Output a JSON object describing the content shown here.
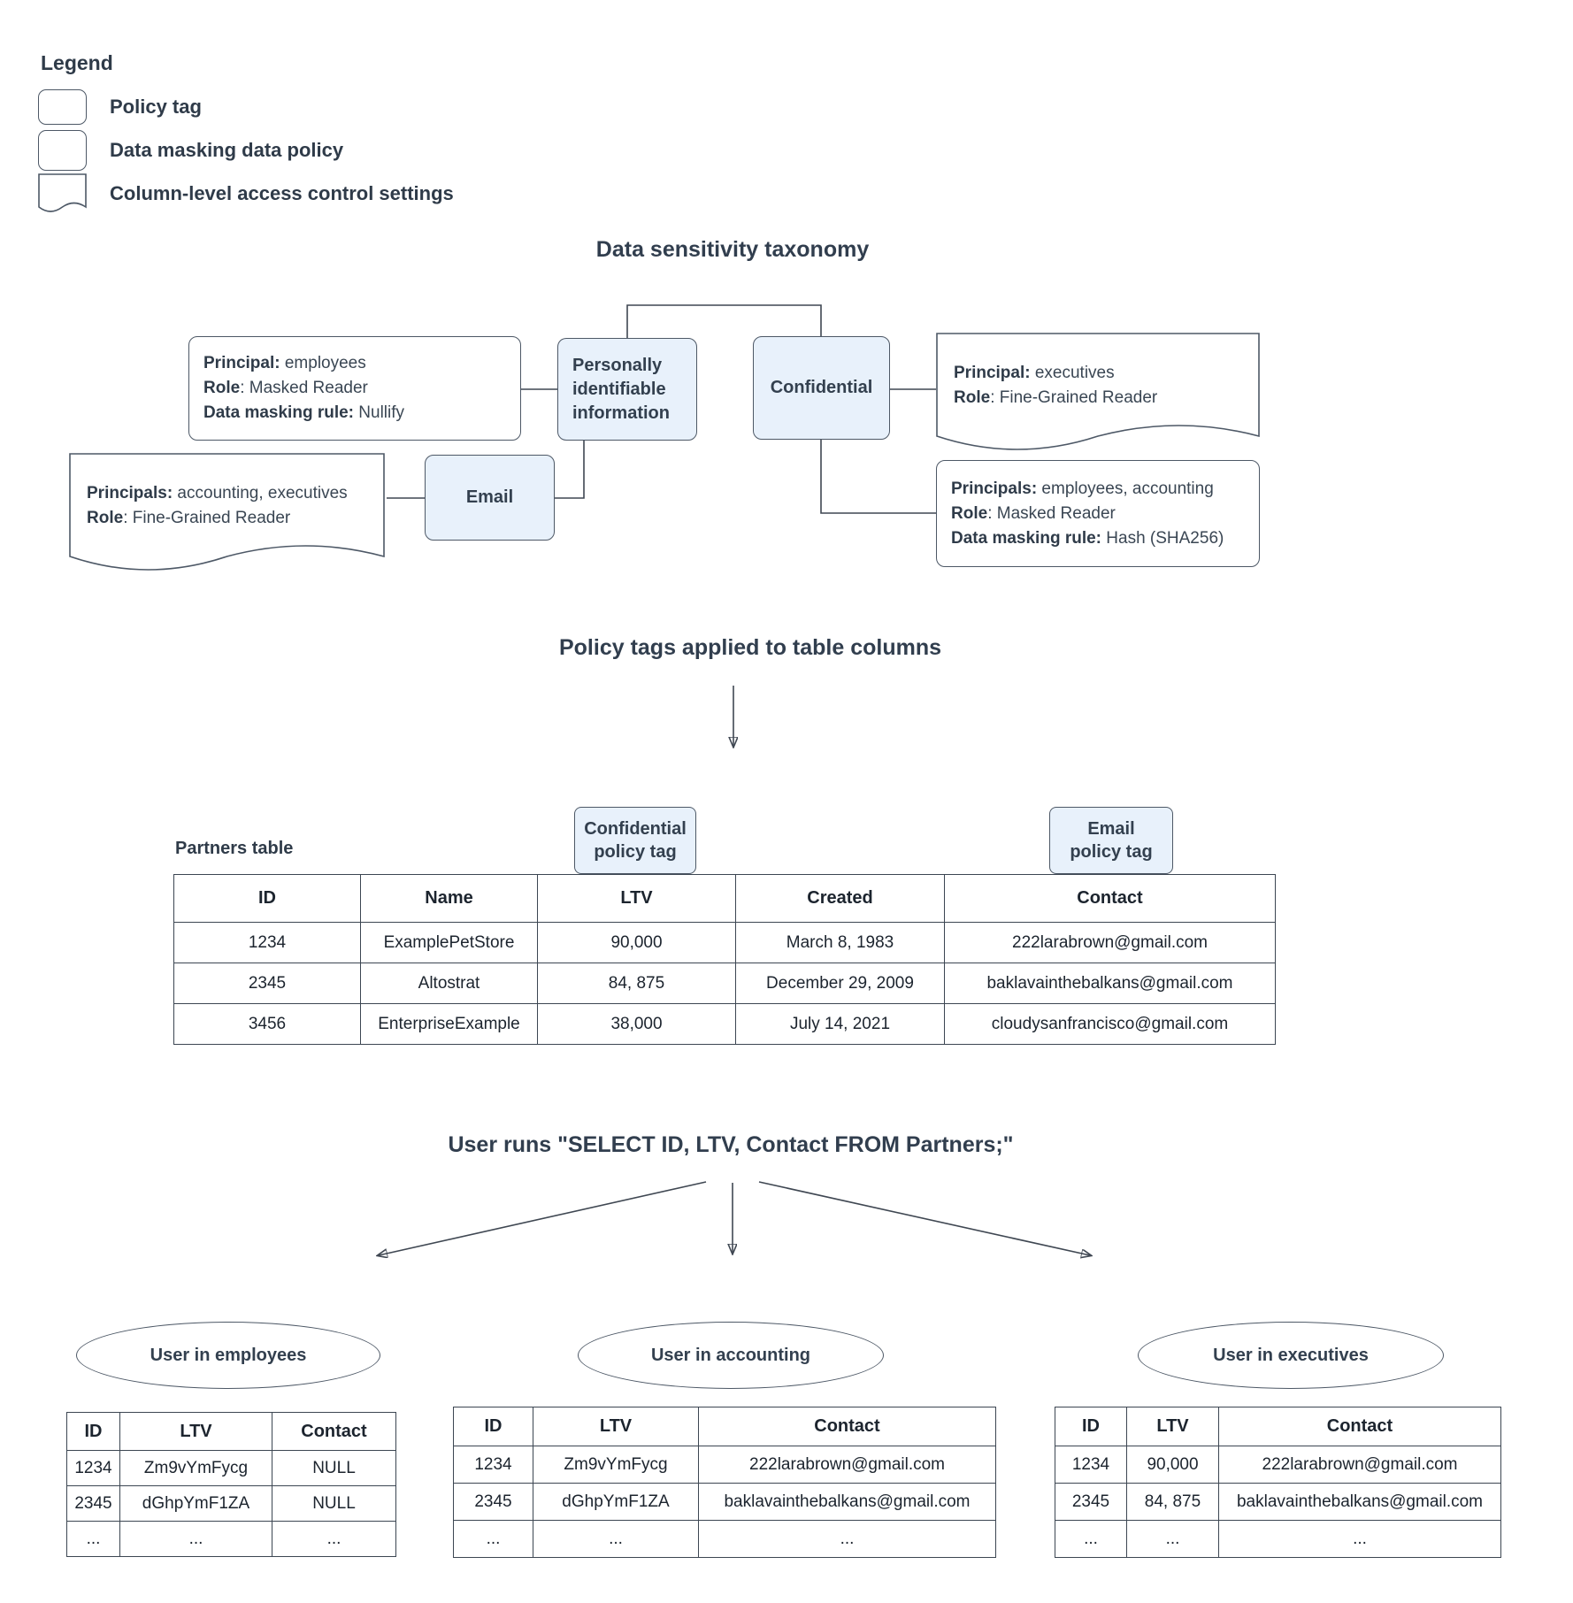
{
  "colors": {
    "policy_tag_fill": "#e8f1fb",
    "shape_border": "#4d5866",
    "connector": "#3f4752",
    "title_text": "#313e4e",
    "body_text": "#3a4653"
  },
  "legend": {
    "title": "Legend",
    "items": [
      {
        "shape": "policy-tag-swatch",
        "label": "Policy tag"
      },
      {
        "shape": "rounded-rect-swatch",
        "label": "Data masking data policy"
      },
      {
        "shape": "document-swatch",
        "label": "Column-level access control settings"
      }
    ]
  },
  "taxonomy": {
    "title": "Data sensitivity taxonomy",
    "nodes": {
      "nullify_policy": {
        "lines": [
          {
            "label": "Principal:",
            "value": " employees"
          },
          {
            "label": "Role",
            "value": ": Masked Reader"
          },
          {
            "label": "Data masking rule:",
            "value": " Nullify"
          }
        ]
      },
      "pii_tag": {
        "label": "Personally identifiable information"
      },
      "confidential_tag": {
        "label": "Confidential"
      },
      "executives_access": {
        "lines": [
          {
            "label": "Principal:",
            "value": " executives"
          },
          {
            "label": "Role",
            "value": ": Fine-Grained Reader"
          }
        ]
      },
      "accounting_access": {
        "lines": [
          {
            "label": "Principals:",
            "value": " accounting, executives"
          },
          {
            "label": "Role",
            "value": ": Fine-Grained Reader"
          }
        ]
      },
      "email_tag": {
        "label": "Email"
      },
      "hash_policy": {
        "lines": [
          {
            "label": "Principals:",
            "value": " employees, accounting"
          },
          {
            "label": "Role",
            "value": ": Masked Reader"
          },
          {
            "label": "Data masking rule:",
            "value": " Hash (SHA256)"
          }
        ]
      }
    }
  },
  "policy_section": {
    "title": "Policy tags applied to table columns",
    "table_label": "Partners table",
    "tags": [
      {
        "line1": "Confidential",
        "line2": "policy tag"
      },
      {
        "line1": "Email",
        "line2": "policy tag"
      }
    ],
    "partners_table": {
      "headers": [
        "ID",
        "Name",
        "LTV",
        "Created",
        "Contact"
      ],
      "rows": [
        [
          "1234",
          "ExamplePetStore",
          "90,000",
          "March 8, 1983",
          "222larabrown@gmail.com"
        ],
        [
          "2345",
          "Altostrat",
          "84, 875",
          "December 29, 2009",
          "baklavainthebalkans@gmail.com"
        ],
        [
          "3456",
          "EnterpriseExample",
          "38,000",
          "July 14, 2021",
          "cloudysanfrancisco@gmail.com"
        ]
      ]
    }
  },
  "query_section": {
    "title": "User runs \"SELECT ID, LTV, Contact FROM Partners;\"",
    "results": [
      {
        "user": "User in employees",
        "headers": [
          "ID",
          "LTV",
          "Contact"
        ],
        "rows": [
          [
            "1234",
            "Zm9vYmFycg",
            "NULL"
          ],
          [
            "2345",
            "dGhpYmF1ZA",
            "NULL"
          ],
          [
            "...",
            "...",
            "..."
          ]
        ]
      },
      {
        "user": "User in accounting",
        "headers": [
          "ID",
          "LTV",
          "Contact"
        ],
        "rows": [
          [
            "1234",
            "Zm9vYmFycg",
            "222larabrown@gmail.com"
          ],
          [
            "2345",
            "dGhpYmF1ZA",
            "baklavainthebalkans@gmail.com"
          ],
          [
            "...",
            "...",
            "..."
          ]
        ]
      },
      {
        "user": "User in executives",
        "headers": [
          "ID",
          "LTV",
          "Contact"
        ],
        "rows": [
          [
            "1234",
            "90,000",
            "222larabrown@gmail.com"
          ],
          [
            "2345",
            "84, 875",
            "baklavainthebalkans@gmail.com"
          ],
          [
            "...",
            "...",
            "..."
          ]
        ]
      }
    ]
  }
}
